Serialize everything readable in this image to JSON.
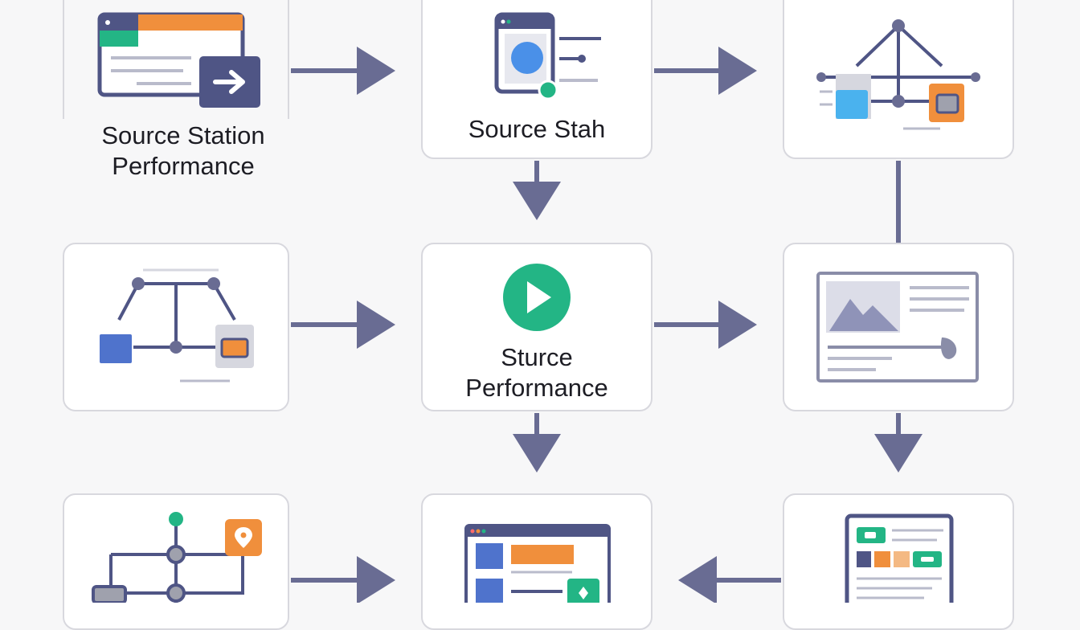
{
  "nodes": {
    "top_left": {
      "label": "Source Station\nPerformance"
    },
    "top_center": {
      "label": "Source Stah"
    },
    "mid_center": {
      "label": "Sturce\nPerformance"
    }
  },
  "colors": {
    "arrow": "#696c93",
    "navy": "#4f5585",
    "orange": "#f08f3c",
    "green": "#23b585",
    "blue": "#4a90e8",
    "royal_blue": "#4f73cc",
    "gray": "#b9bbcb",
    "light_gray": "#d6d7df",
    "text": "#1d1d24"
  },
  "icons": [
    "browser-window-arrow-icon",
    "mobile-device-icon",
    "network-hierarchy-icon",
    "node-connector-icon",
    "play-button-icon",
    "image-document-icon",
    "location-pin-network-icon",
    "browser-dashboard-icon",
    "tablet-dashboard-icon"
  ]
}
